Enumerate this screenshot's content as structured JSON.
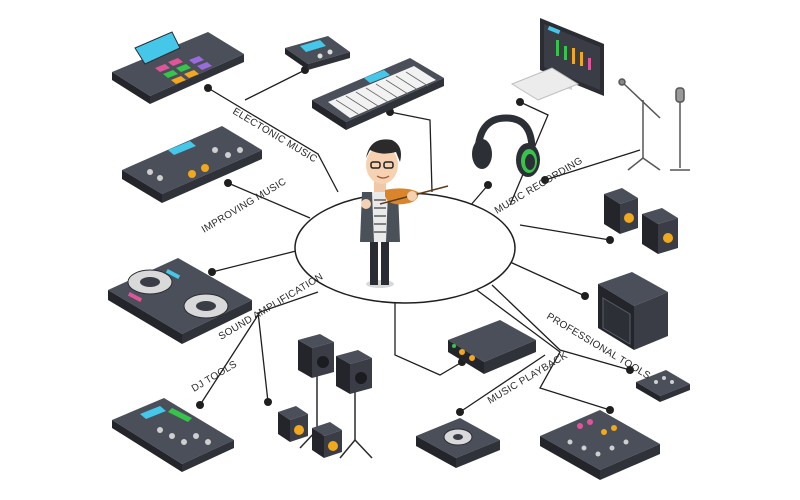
{
  "labels": {
    "electronic": "ELECTONIC MUSIC",
    "improving": "IMPROVING MUSIC",
    "amplification": "SOUND AMPLIFICATION",
    "dj": "DJ TOOLS",
    "recording": "MUSIC RECORDING",
    "professional": "PROFESSIONAL TOOLS",
    "playback": "MUSIC PLAYBACK"
  },
  "colors": {
    "device_dark": "#3a3d46",
    "device_top": "#4b4f5a",
    "device_side": "#23252b",
    "connector": "#1f1f1f",
    "screen": "#44c7e8",
    "accent_green": "#37c44b",
    "accent_yellow": "#f2a81d",
    "accent_pink": "#e0549a"
  },
  "icons": [
    "drum-pad-controller-icon",
    "sampler-icon",
    "synth-keyboard-icon",
    "effects-controller-icon",
    "dj-controller-icon",
    "mixer-icon",
    "speakers-on-stands-icon",
    "studio-headphones-icon",
    "computer-monitor-icon",
    "microphone-stands-icon",
    "studio-monitors-icon",
    "guitar-amplifier-icon",
    "audio-interface-icon",
    "small-controller-icon",
    "cd-player-icon",
    "mixing-console-icon",
    "violinist-icon"
  ]
}
